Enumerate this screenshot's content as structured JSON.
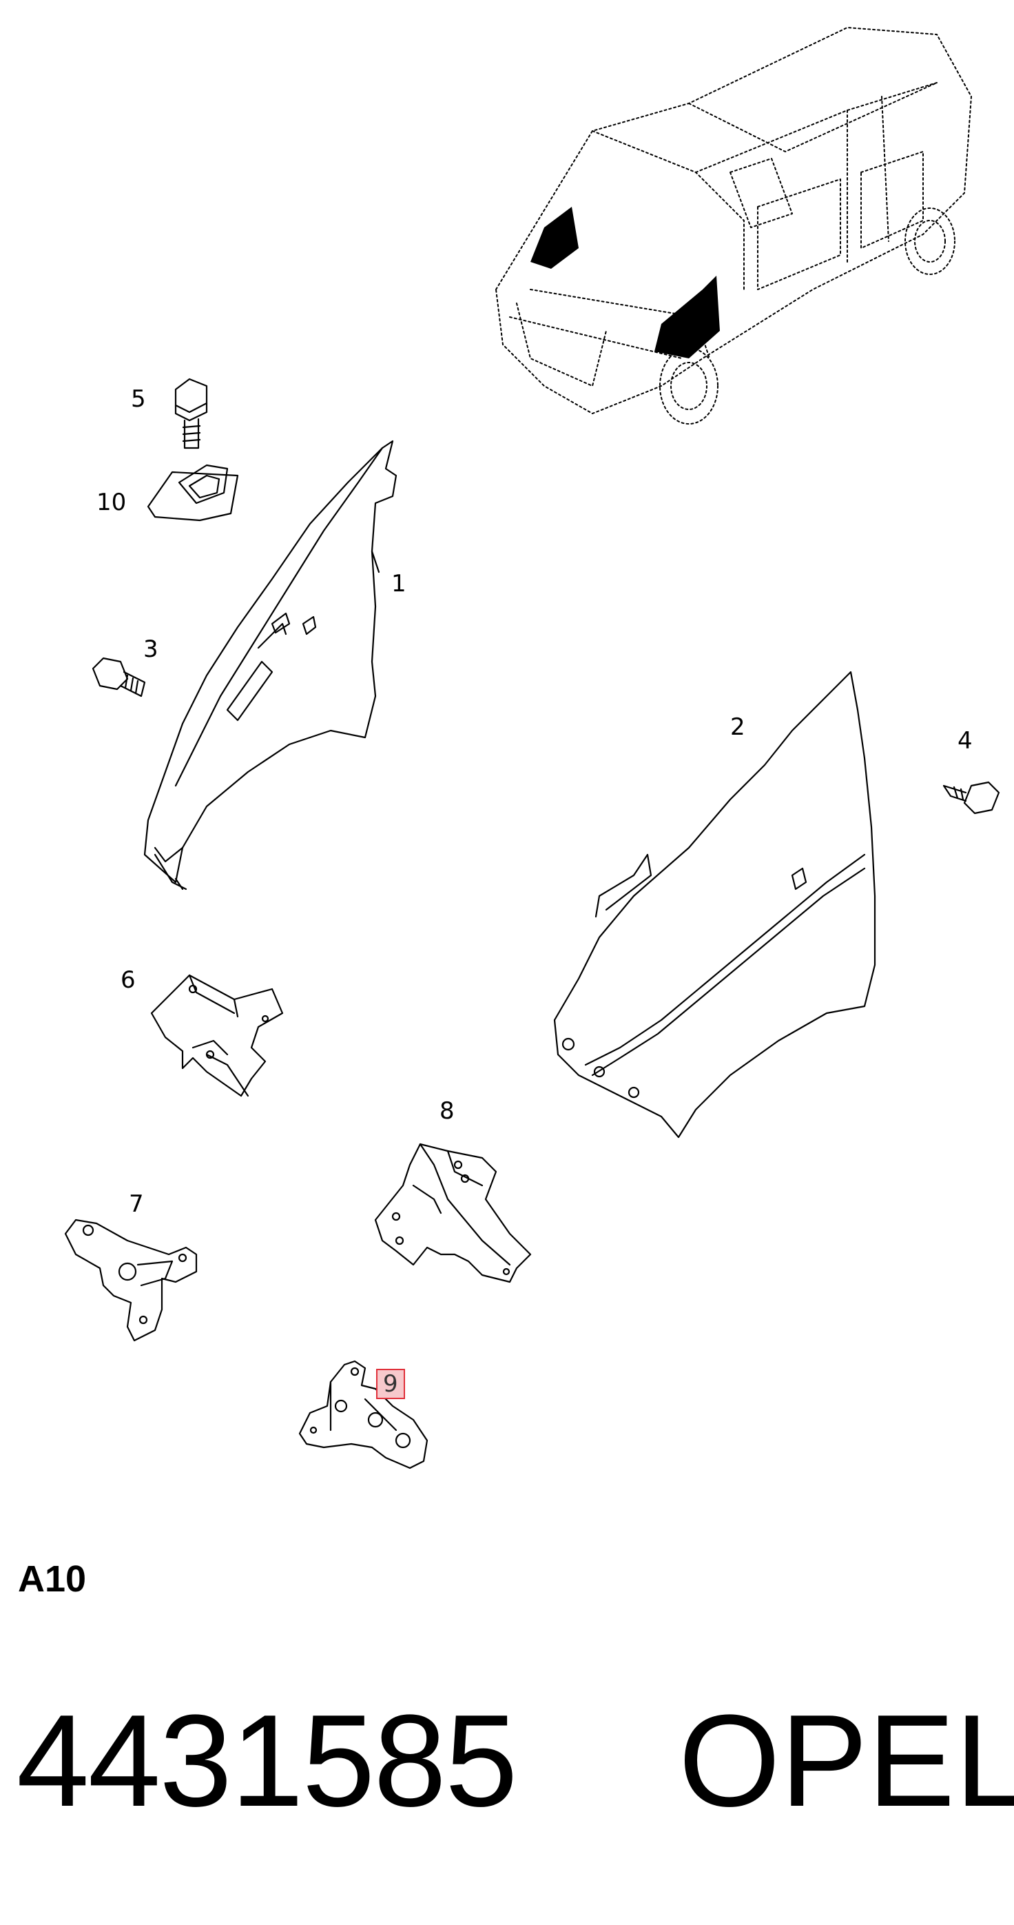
{
  "callouts": [
    {
      "id": "1",
      "label": "1"
    },
    {
      "id": "2",
      "label": "2"
    },
    {
      "id": "3",
      "label": "3"
    },
    {
      "id": "4",
      "label": "4"
    },
    {
      "id": "5",
      "label": "5"
    },
    {
      "id": "6",
      "label": "6"
    },
    {
      "id": "7",
      "label": "7"
    },
    {
      "id": "8",
      "label": "8"
    },
    {
      "id": "9",
      "label": "9",
      "highlighted": true
    },
    {
      "id": "10",
      "label": "10"
    }
  ],
  "section_code": "A10",
  "part_number": "4431585",
  "brand": "OPEL",
  "colors": {
    "highlight_border": "#e0303a",
    "highlight_fill": "#f7c9cc",
    "line": "#000000",
    "background": "#ffffff"
  }
}
